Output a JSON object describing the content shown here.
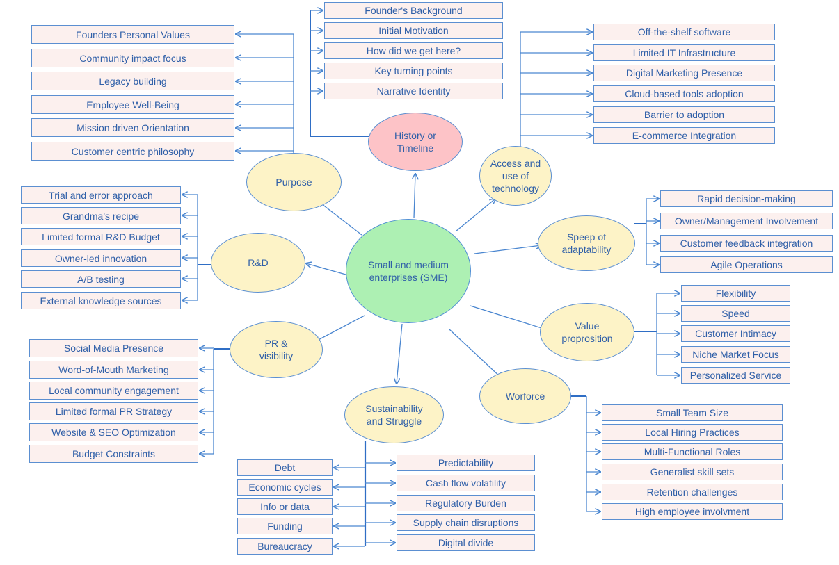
{
  "center": "Small and medium enterprises (SME)",
  "branches": {
    "purpose": {
      "label": "Purpose",
      "items": [
        "Founders Personal Values",
        "Community impact focus",
        "Legacy building",
        "Employee Well-Being",
        "Mission driven Orientation",
        "Customer centric philosophy"
      ]
    },
    "history": {
      "label": "History or Timeline",
      "items": [
        "Founder's Background",
        "Initial Motivation",
        "How did we get here?",
        "Key turning points",
        "Narrative Identity"
      ]
    },
    "technology": {
      "label": "Access and use of technology",
      "items": [
        "Off-the-shelf software",
        "Limited IT Infrastructure",
        "Digital Marketing Presence",
        "Cloud-based tools adoption",
        "Barrier to adoption",
        "E-commerce Integration"
      ]
    },
    "adaptability": {
      "label": "Speep of adaptability",
      "items": [
        "Rapid decision-making",
        "Owner/Management Involvement",
        "Customer feedback integration",
        "Agile Operations"
      ]
    },
    "value": {
      "label": "Value proprosition",
      "items": [
        "Flexibility",
        "Speed",
        "Customer Intimacy",
        "Niche Market Focus",
        "Personalized Service"
      ]
    },
    "workforce": {
      "label": "Worforce",
      "items": [
        "Small Team Size",
        "Local Hiring Practices",
        "Multi-Functional Roles",
        "Generalist skill sets",
        "Retention challenges",
        "High employee involvment"
      ]
    },
    "sustainability": {
      "label": "Sustainability and Struggle",
      "items_left": [
        "Debt",
        "Economic cycles",
        "Info or data",
        "Funding",
        "Bureaucracy"
      ],
      "items_right": [
        "Predictability",
        "Cash flow volatility",
        "Regulatory Burden",
        "Supply chain disruptions",
        "Digital divide"
      ]
    },
    "pr": {
      "label": "PR & visibility",
      "items": [
        "Social Media Presence",
        "Word-of-Mouth Marketing",
        "Local community engagement",
        "Limited formal PR Strategy",
        "Website & SEO Optimization",
        "Budget Constraints"
      ]
    },
    "rnd": {
      "label": "R&D",
      "items": [
        "Trial and error approach",
        "Grandma's recipe",
        "Limited formal R&D Budget",
        "Owner-led innovation",
        "A/B testing",
        "External knowledge sources"
      ]
    }
  },
  "colors": {
    "line": "#4a86d0",
    "trunk": "#2f6ec5",
    "box_fill": "#fcf0ee",
    "ellipse_fill": "#fdf3c7",
    "center_fill": "#adf0b3",
    "history_fill": "#fdc3c7"
  }
}
